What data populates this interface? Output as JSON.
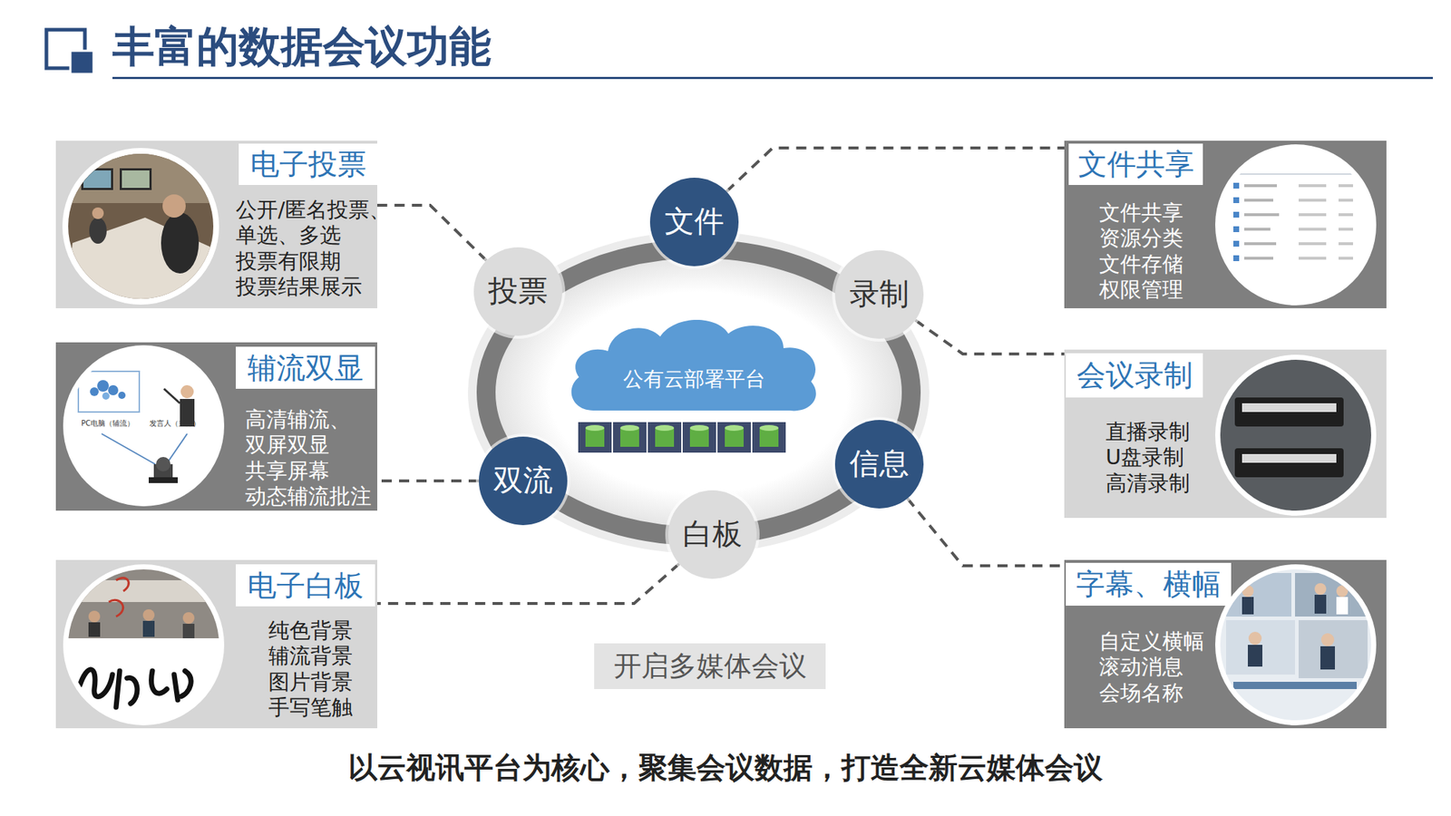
{
  "diagram": {
    "title": "丰富的数据会议功能",
    "caption": "以云视讯平台为核心，聚集会议数据，打造全新云媒体会议",
    "nodes": [
      {
        "text": [
          "电子投票",
          "公开/匿名投票、 单选、多选 投票有限期 投票结果展示"
        ]
      },
      {
        "text": [
          "文件"
        ]
      },
      {
        "text": [
          "文件共享",
          "文件共享 资源分类 文件存储 权限管理"
        ]
      },
      {
        "text": [
          "投票"
        ]
      },
      {
        "text": [
          "录制"
        ]
      },
      {
        "text": [
          "辅流双显",
          "高清辅流、 双屏双显 共享屏幕 动态辅流批注"
        ]
      },
      {
        "text": [
          "公有云部署平台"
        ]
      },
      {
        "text": [
          "会议录制",
          "直播录制 U盘录制 高清录制"
        ]
      },
      {
        "text": [
          "双流"
        ]
      },
      {
        "text": [
          "信息"
        ]
      },
      {
        "text": [
          "白板"
        ]
      },
      {
        "text": [
          "电子白板",
          "纯色背景 辅流背景 图片背景 手写笔触"
        ]
      },
      {
        "text": [
          "开启多媒体会议"
        ]
      },
      {
        "text": [
          "字幕、横幅",
          "自定义横幅 滚动消息 会场名称"
        ]
      }
    ],
    "edges": [
      {
        "from": 1,
        "to": 2,
        "arrow": "none"
      },
      {
        "from": 3,
        "to": 0,
        "arrow": "none"
      },
      {
        "from": 4,
        "to": 7,
        "arrow": "none"
      },
      {
        "from": 8,
        "to": 5,
        "arrow": "none"
      },
      {
        "from": 10,
        "to": 11,
        "arrow": "none"
      },
      {
        "from": 9,
        "to": 13,
        "arrow": "none"
      }
    ],
    "labels": [
      "PC电脑（辅流）",
      "发言人（主流）"
    ]
  }
}
